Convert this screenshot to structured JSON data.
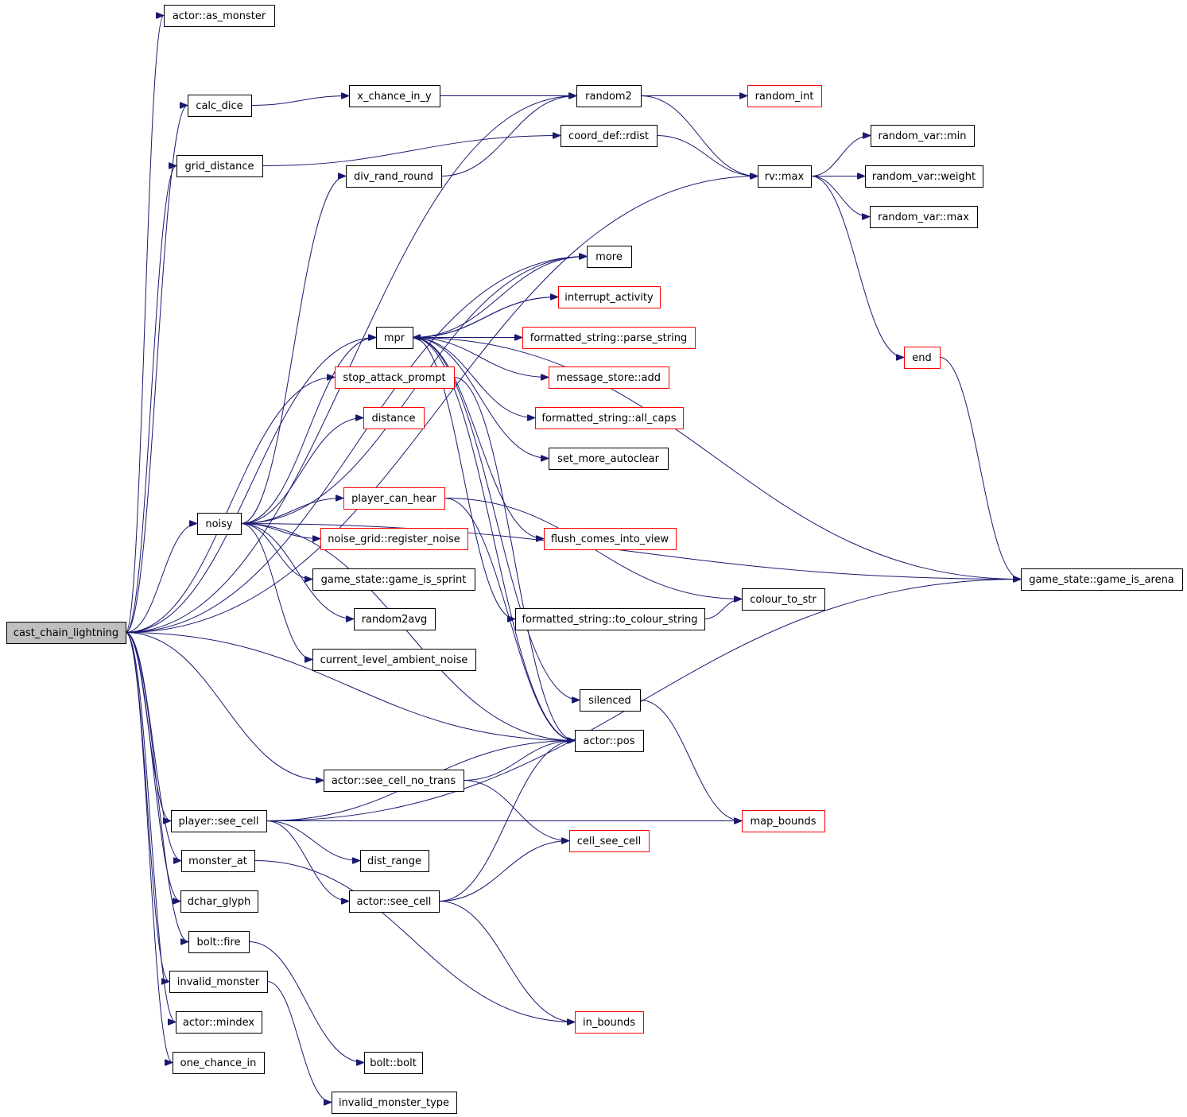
{
  "root": "cast_chain_lightning",
  "nodes": [
    {
      "id": "cast_chain_lightning",
      "label": "cast_chain_lightning",
      "style": "root"
    },
    {
      "id": "actor_as_monster",
      "label": "actor::as_monster",
      "style": "black"
    },
    {
      "id": "calc_dice",
      "label": "calc_dice",
      "style": "black"
    },
    {
      "id": "grid_distance",
      "label": "grid_distance",
      "style": "black"
    },
    {
      "id": "x_chance_in_y",
      "label": "x_chance_in_y",
      "style": "black"
    },
    {
      "id": "random2",
      "label": "random2",
      "style": "black"
    },
    {
      "id": "random_int",
      "label": "random_int",
      "style": "red"
    },
    {
      "id": "coord_def_rdist",
      "label": "coord_def::rdist",
      "style": "black"
    },
    {
      "id": "div_rand_round",
      "label": "div_rand_round",
      "style": "black"
    },
    {
      "id": "rv_max",
      "label": "rv::max",
      "style": "black"
    },
    {
      "id": "random_var_min",
      "label": "random_var::min",
      "style": "black"
    },
    {
      "id": "random_var_weight",
      "label": "random_var::weight",
      "style": "black"
    },
    {
      "id": "random_var_max",
      "label": "random_var::max",
      "style": "black"
    },
    {
      "id": "more",
      "label": "more",
      "style": "black"
    },
    {
      "id": "interrupt_activity",
      "label": "interrupt_activity",
      "style": "red"
    },
    {
      "id": "mpr",
      "label": "mpr",
      "style": "black"
    },
    {
      "id": "fs_parse_string",
      "label": "formatted_string::parse_string",
      "style": "red"
    },
    {
      "id": "message_store_add",
      "label": "message_store::add",
      "style": "red"
    },
    {
      "id": "stop_attack_prompt",
      "label": "stop_attack_prompt",
      "style": "red"
    },
    {
      "id": "fs_all_caps",
      "label": "formatted_string::all_caps",
      "style": "red"
    },
    {
      "id": "end",
      "label": "end",
      "style": "red"
    },
    {
      "id": "distance",
      "label": "distance",
      "style": "red"
    },
    {
      "id": "set_more_autoclear",
      "label": "set_more_autoclear",
      "style": "black"
    },
    {
      "id": "player_can_hear",
      "label": "player_can_hear",
      "style": "red"
    },
    {
      "id": "noisy",
      "label": "noisy",
      "style": "black"
    },
    {
      "id": "noise_grid_register_noise",
      "label": "noise_grid::register_noise",
      "style": "red"
    },
    {
      "id": "flush_comes_into_view",
      "label": "flush_comes_into_view",
      "style": "red"
    },
    {
      "id": "game_is_sprint",
      "label": "game_state::game_is_sprint",
      "style": "black"
    },
    {
      "id": "game_is_arena",
      "label": "game_state::game_is_arena",
      "style": "black"
    },
    {
      "id": "colour_to_str",
      "label": "colour_to_str",
      "style": "black"
    },
    {
      "id": "random2avg",
      "label": "random2avg",
      "style": "black"
    },
    {
      "id": "fs_to_colour_string",
      "label": "formatted_string::to_colour_string",
      "style": "black"
    },
    {
      "id": "current_level_ambient_noise",
      "label": "current_level_ambient_noise",
      "style": "black"
    },
    {
      "id": "silenced",
      "label": "silenced",
      "style": "black"
    },
    {
      "id": "actor_pos",
      "label": "actor::pos",
      "style": "black"
    },
    {
      "id": "actor_see_cell_no_trans",
      "label": "actor::see_cell_no_trans",
      "style": "black"
    },
    {
      "id": "player_see_cell",
      "label": "player::see_cell",
      "style": "black"
    },
    {
      "id": "map_bounds",
      "label": "map_bounds",
      "style": "red"
    },
    {
      "id": "cell_see_cell",
      "label": "cell_see_cell",
      "style": "red"
    },
    {
      "id": "monster_at",
      "label": "monster_at",
      "style": "black"
    },
    {
      "id": "dist_range",
      "label": "dist_range",
      "style": "black"
    },
    {
      "id": "dchar_glyph",
      "label": "dchar_glyph",
      "style": "black"
    },
    {
      "id": "actor_see_cell",
      "label": "actor::see_cell",
      "style": "black"
    },
    {
      "id": "bolt_fire",
      "label": "bolt::fire",
      "style": "black"
    },
    {
      "id": "invalid_monster",
      "label": "invalid_monster",
      "style": "black"
    },
    {
      "id": "in_bounds",
      "label": "in_bounds",
      "style": "red"
    },
    {
      "id": "actor_mindex",
      "label": "actor::mindex",
      "style": "black"
    },
    {
      "id": "one_chance_in",
      "label": "one_chance_in",
      "style": "black"
    },
    {
      "id": "bolt_bolt",
      "label": "bolt::bolt",
      "style": "black"
    },
    {
      "id": "invalid_monster_type",
      "label": "invalid_monster_type",
      "style": "black"
    }
  ],
  "edges": [
    [
      "cast_chain_lightning",
      "actor_as_monster"
    ],
    [
      "cast_chain_lightning",
      "random2"
    ],
    [
      "cast_chain_lightning",
      "calc_dice"
    ],
    [
      "cast_chain_lightning",
      "grid_distance"
    ],
    [
      "cast_chain_lightning",
      "rv_max"
    ],
    [
      "cast_chain_lightning",
      "more"
    ],
    [
      "cast_chain_lightning",
      "mpr"
    ],
    [
      "cast_chain_lightning",
      "stop_attack_prompt"
    ],
    [
      "cast_chain_lightning",
      "noisy"
    ],
    [
      "cast_chain_lightning",
      "actor_pos"
    ],
    [
      "cast_chain_lightning",
      "actor_see_cell_no_trans"
    ],
    [
      "cast_chain_lightning",
      "player_see_cell"
    ],
    [
      "cast_chain_lightning",
      "monster_at"
    ],
    [
      "cast_chain_lightning",
      "dchar_glyph"
    ],
    [
      "cast_chain_lightning",
      "bolt_fire"
    ],
    [
      "cast_chain_lightning",
      "invalid_monster"
    ],
    [
      "cast_chain_lightning",
      "actor_mindex"
    ],
    [
      "cast_chain_lightning",
      "one_chance_in"
    ],
    [
      "calc_dice",
      "x_chance_in_y"
    ],
    [
      "x_chance_in_y",
      "random2"
    ],
    [
      "random2",
      "random_int"
    ],
    [
      "random2",
      "rv_max"
    ],
    [
      "grid_distance",
      "coord_def_rdist"
    ],
    [
      "coord_def_rdist",
      "rv_max"
    ],
    [
      "div_rand_round",
      "random2"
    ],
    [
      "rv_max",
      "random_var_min"
    ],
    [
      "rv_max",
      "random_var_weight"
    ],
    [
      "rv_max",
      "random_var_max"
    ],
    [
      "rv_max",
      "end"
    ],
    [
      "end",
      "game_is_arena"
    ],
    [
      "mpr",
      "more"
    ],
    [
      "mpr",
      "interrupt_activity"
    ],
    [
      "interrupt_activity",
      "mpr"
    ],
    [
      "mpr",
      "fs_parse_string"
    ],
    [
      "mpr",
      "message_store_add"
    ],
    [
      "mpr",
      "fs_all_caps"
    ],
    [
      "mpr",
      "set_more_autoclear"
    ],
    [
      "mpr",
      "flush_comes_into_view"
    ],
    [
      "mpr",
      "game_is_arena"
    ],
    [
      "mpr",
      "fs_to_colour_string"
    ],
    [
      "mpr",
      "silenced"
    ],
    [
      "mpr",
      "actor_pos"
    ],
    [
      "stop_attack_prompt",
      "actor_pos"
    ],
    [
      "noisy",
      "div_rand_round"
    ],
    [
      "noisy",
      "more"
    ],
    [
      "noisy",
      "mpr"
    ],
    [
      "noisy",
      "distance"
    ],
    [
      "noisy",
      "player_can_hear"
    ],
    [
      "noisy",
      "noise_grid_register_noise"
    ],
    [
      "noisy",
      "game_is_sprint"
    ],
    [
      "noisy",
      "random2avg"
    ],
    [
      "noisy",
      "current_level_ambient_noise"
    ],
    [
      "noisy",
      "game_is_arena"
    ],
    [
      "noisy",
      "actor_pos"
    ],
    [
      "player_can_hear",
      "colour_to_str"
    ],
    [
      "player_can_hear",
      "actor_pos"
    ],
    [
      "fs_to_colour_string",
      "colour_to_str"
    ],
    [
      "silenced",
      "map_bounds"
    ],
    [
      "actor_see_cell_no_trans",
      "actor_pos"
    ],
    [
      "actor_see_cell_no_trans",
      "cell_see_cell"
    ],
    [
      "player_see_cell",
      "actor_pos"
    ],
    [
      "player_see_cell",
      "dist_range"
    ],
    [
      "player_see_cell",
      "actor_see_cell"
    ],
    [
      "player_see_cell",
      "map_bounds"
    ],
    [
      "player_see_cell",
      "game_is_arena"
    ],
    [
      "actor_see_cell",
      "actor_pos"
    ],
    [
      "actor_see_cell",
      "cell_see_cell"
    ],
    [
      "actor_see_cell",
      "in_bounds"
    ],
    [
      "monster_at",
      "in_bounds"
    ],
    [
      "bolt_fire",
      "bolt_bolt"
    ],
    [
      "invalid_monster",
      "invalid_monster_type"
    ]
  ]
}
